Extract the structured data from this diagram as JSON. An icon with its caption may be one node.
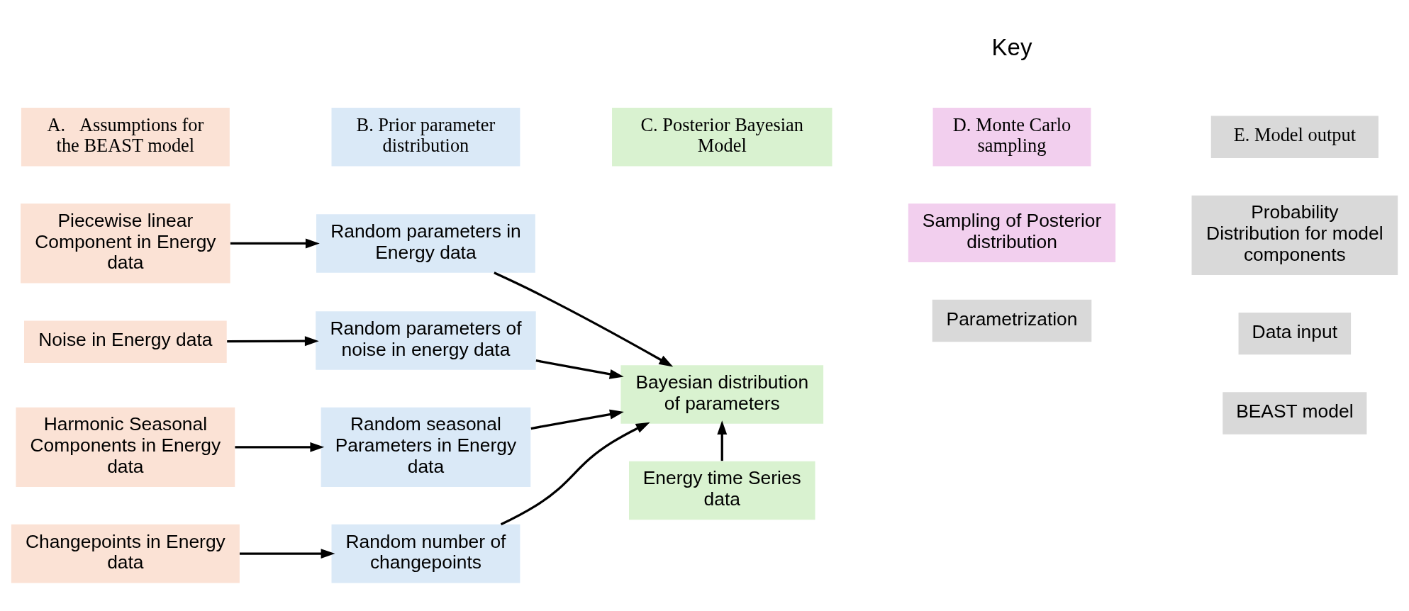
{
  "diagram": {
    "nodes": [
      {
        "text": [
          "A.   Assumptions for the BEAST model"
        ]
      },
      {
        "text": [
          "B. Prior parameter distribution"
        ]
      },
      {
        "text": [
          "C. Posterior Bayesian Model"
        ]
      },
      {
        "text": [
          "D. Monte Carlo sampling"
        ]
      },
      {
        "text": [
          "E. Model output"
        ]
      },
      {
        "text": [
          "Harmonic Seasonal Components in Energy data"
        ]
      },
      {
        "text": [
          "Random seasonal Parameters in Energy data"
        ]
      },
      {
        "text": [
          "Bayesian distribution of parameters"
        ]
      },
      {
        "text": [
          "Sampling of Posterior distribution"
        ]
      },
      {
        "text": [
          "Probability Distribution for model components"
        ]
      },
      {
        "text": [
          "Noise in Energy data"
        ]
      },
      {
        "text": [
          "Random parameters of noise in energy data"
        ]
      },
      {
        "text": [
          "Piecewise linear Component in Energy data"
        ]
      },
      {
        "text": [
          "Random parameters in Energy data"
        ]
      },
      {
        "text": [
          "Energy time Series data"
        ]
      },
      {
        "text": [
          "Changepoints in Energy data"
        ]
      },
      {
        "text": [
          "Random number of changepoints"
        ]
      },
      {
        "text": [
          "Parametrization"
        ]
      },
      {
        "text": [
          "Data input"
        ]
      },
      {
        "text": [
          "BEAST model"
        ]
      }
    ],
    "edges": [
      {
        "from": 5,
        "to": 6,
        "arrow": "to"
      },
      {
        "from": 6,
        "to": 7,
        "arrow": "to"
      },
      {
        "from": 10,
        "to": 11,
        "arrow": "to"
      },
      {
        "from": 11,
        "to": 7,
        "arrow": "to"
      },
      {
        "from": 12,
        "to": 13,
        "arrow": "to"
      },
      {
        "from": 13,
        "to": 7,
        "arrow": "to"
      },
      {
        "from": 15,
        "to": 16,
        "arrow": "to"
      },
      {
        "from": 16,
        "to": 7,
        "arrow": "to"
      },
      {
        "from": 14,
        "to": 7,
        "arrow": "to"
      }
    ],
    "labels": [
      "Key"
    ]
  }
}
